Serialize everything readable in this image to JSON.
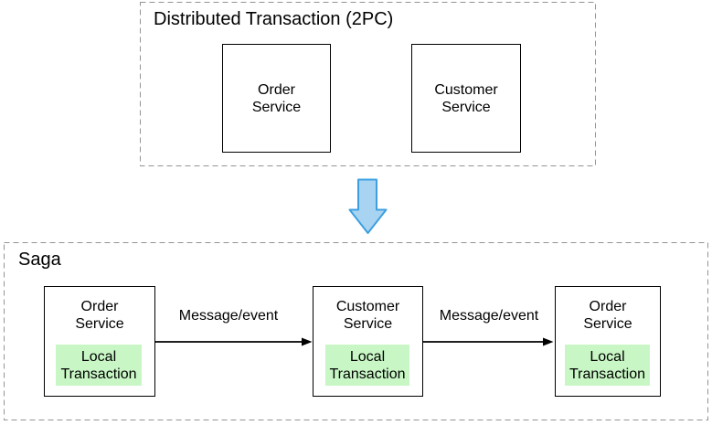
{
  "top_group": {
    "title": "Distributed Transaction (2PC)",
    "nodes": [
      {
        "line1": "Order",
        "line2": "Service"
      },
      {
        "line1": "Customer",
        "line2": "Service"
      }
    ]
  },
  "transition": {
    "icon": "down-arrow"
  },
  "saga_group": {
    "title": "Saga",
    "nodes": [
      {
        "line1": "Order",
        "line2": "Service",
        "sub_line1": "Local",
        "sub_line2": "Transaction"
      },
      {
        "line1": "Customer",
        "line2": "Service",
        "sub_line1": "Local",
        "sub_line2": "Transaction"
      },
      {
        "line1": "Order",
        "line2": "Service",
        "sub_line1": "Local",
        "sub_line2": "Transaction"
      }
    ],
    "edges": [
      {
        "label": "Message/event"
      },
      {
        "label": "Message/event"
      }
    ]
  },
  "colors": {
    "background": "#ffffff",
    "text": "#000000",
    "dashed_border": "#949494",
    "node_border": "#000000",
    "local_transaction_fill": "#c8f7c5",
    "down_arrow_fill": "#a9d4f1",
    "down_arrow_stroke": "#3d9fe0",
    "edge_color": "#000000"
  }
}
